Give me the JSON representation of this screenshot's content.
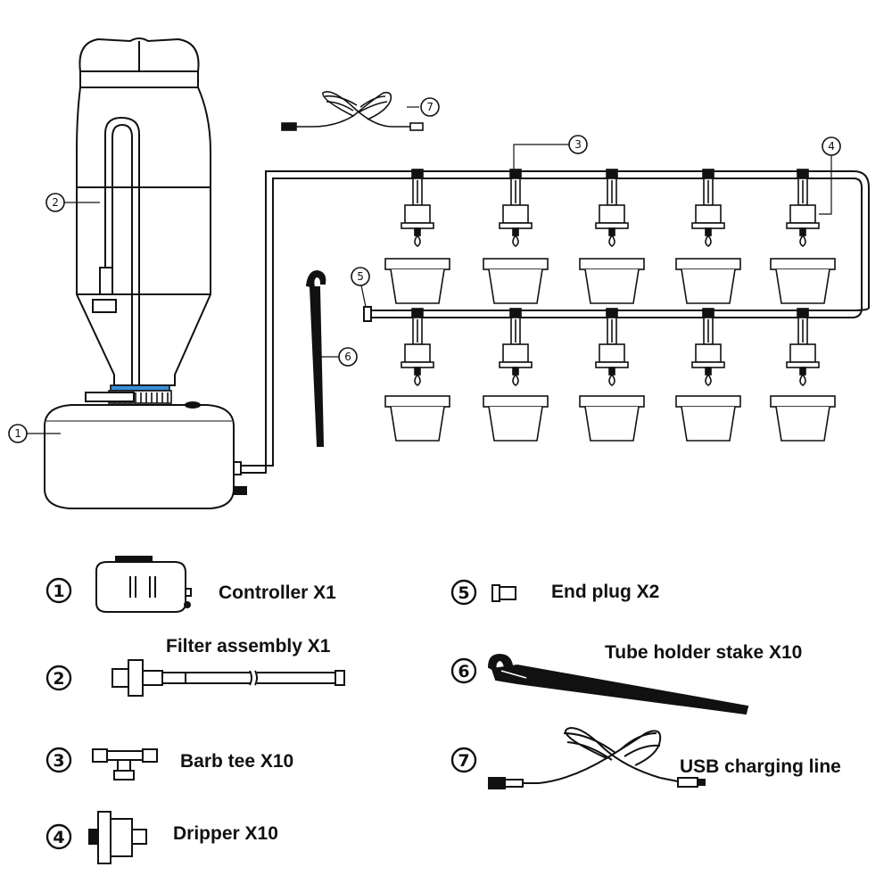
{
  "callouts": [
    "1",
    "2",
    "3",
    "4",
    "5",
    "6",
    "7"
  ],
  "legend": [
    {
      "num": "1",
      "label": "Controller X1"
    },
    {
      "num": "2",
      "label": "Filter assembly X1"
    },
    {
      "num": "3",
      "label": "Barb tee X10"
    },
    {
      "num": "4",
      "label": "Dripper X10"
    },
    {
      "num": "5",
      "label": "End plug X2"
    },
    {
      "num": "6",
      "label": "Tube holder stake X10"
    },
    {
      "num": "7",
      "label": "USB charging line"
    }
  ],
  "colors": {
    "line": "#111111",
    "accent": "#3a8fd6",
    "fill": "#ffffff"
  },
  "icons": [
    "controller-icon",
    "filter-assembly-icon",
    "barb-tee-icon",
    "dripper-icon",
    "end-plug-icon",
    "tube-holder-stake-icon",
    "usb-cable-icon"
  ]
}
